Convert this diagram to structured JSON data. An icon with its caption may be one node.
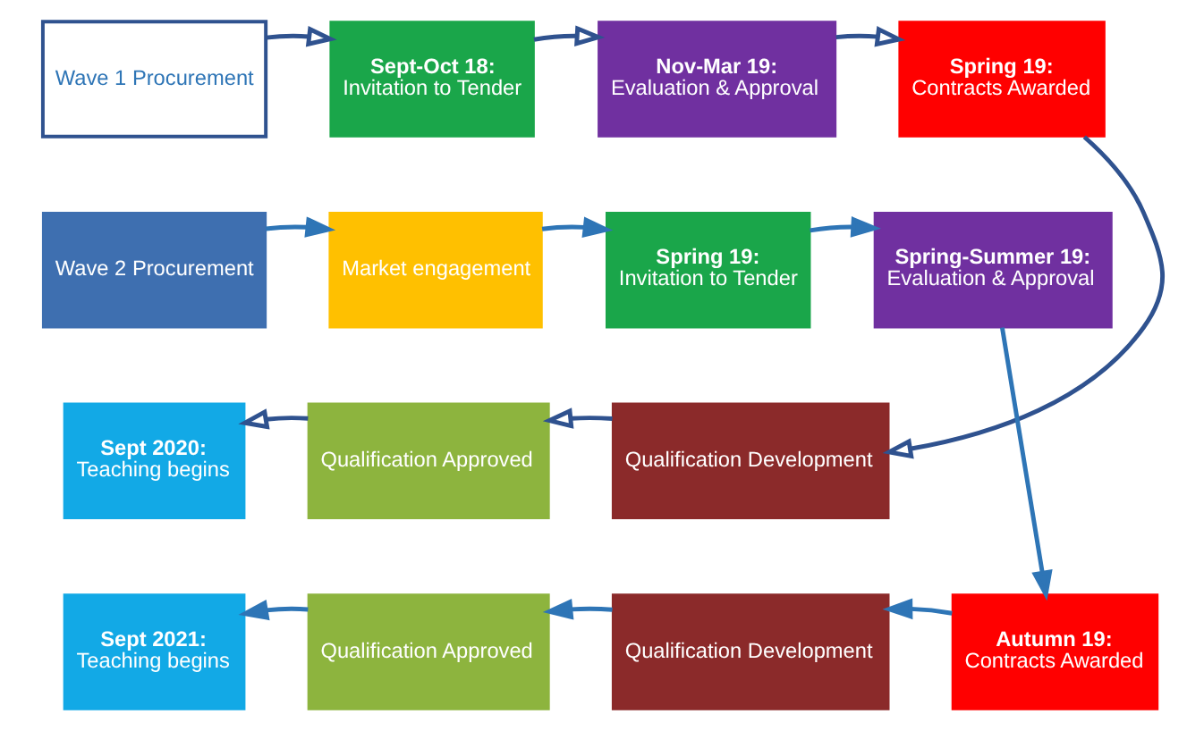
{
  "diagram": {
    "nodes": [
      {
        "text": [
          "Wave 1 Procurement"
        ]
      },
      {
        "text": [
          "Sept-Oct 18:",
          "Invitation to Tender"
        ]
      },
      {
        "text": [
          "Nov-Mar 19:",
          "Evaluation & Approval"
        ]
      },
      {
        "text": [
          "Spring 19:",
          "Contracts Awarded"
        ]
      },
      {
        "text": [
          "Wave 2 Procurement"
        ]
      },
      {
        "text": [
          "Market engagement"
        ]
      },
      {
        "text": [
          "Spring 19:",
          "Invitation to Tender"
        ]
      },
      {
        "text": [
          "Spring-Summer 19:",
          "Evaluation & Approval"
        ]
      },
      {
        "text": [
          "Sept 2020:",
          "Teaching begins"
        ]
      },
      {
        "text": [
          "Qualification Approved"
        ]
      },
      {
        "text": [
          "Qualification Development"
        ]
      },
      {
        "text": [
          "Sept 2021:",
          "Teaching begins"
        ]
      },
      {
        "text": [
          "Qualification Approved"
        ]
      },
      {
        "text": [
          "Qualification Development"
        ]
      },
      {
        "text": [
          "Autumn 19:",
          "Contracts Awarded"
        ]
      }
    ],
    "edges": [
      {
        "from": 0,
        "to": 1,
        "arrow": "to"
      },
      {
        "from": 1,
        "to": 2,
        "arrow": "to"
      },
      {
        "from": 2,
        "to": 3,
        "arrow": "to"
      },
      {
        "from": 3,
        "to": 10,
        "arrow": "to"
      },
      {
        "from": 10,
        "to": 9,
        "arrow": "to"
      },
      {
        "from": 9,
        "to": 8,
        "arrow": "to"
      },
      {
        "from": 4,
        "to": 5,
        "arrow": "to",
        "color": "#2e75b6"
      },
      {
        "from": 5,
        "to": 6,
        "arrow": "to",
        "color": "#2e75b6"
      },
      {
        "from": 6,
        "to": 7,
        "arrow": "to",
        "color": "#2e75b6"
      },
      {
        "from": 7,
        "to": 14,
        "arrow": "to",
        "color": "#2e75b6"
      },
      {
        "from": 14,
        "to": 13,
        "arrow": "to",
        "color": "#2e75b6"
      },
      {
        "from": 13,
        "to": 12,
        "arrow": "to",
        "color": "#2e75b6"
      },
      {
        "from": 12,
        "to": 11,
        "arrow": "to",
        "color": "#2e75b6"
      }
    ]
  }
}
